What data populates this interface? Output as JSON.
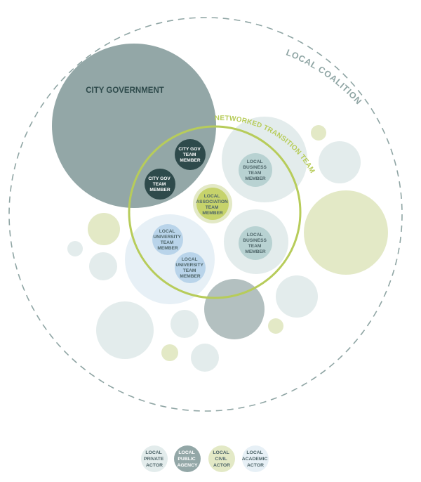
{
  "colors": {
    "private": "#e3ecec",
    "public": "#93a7a7",
    "civil": "#e3e9c6",
    "academic": "#e7f0f6",
    "team_ring": "#b7cc5a",
    "coalition_dash": "#8fa5a4",
    "dark_member": "#2e4a4b",
    "business_member": "#b8d2d2",
    "university_member": "#b9d4ea",
    "association_member": "#c6d36b",
    "member_text": "#4d6468"
  },
  "labels": {
    "local_coalition": "LOCAL COALITION",
    "networked_team": "NETWORKED TRANSITION TEAM",
    "city_government": "CITY GOVERNMENT"
  },
  "members": {
    "city_gov_1": [
      "CITY GOV",
      "TEAM",
      "MEMBER"
    ],
    "city_gov_2": [
      "CITY GOV",
      "TEAM",
      "MEMBER"
    ],
    "association": [
      "LOCAL",
      "ASSOCIATION",
      "TEAM",
      "MEMBER"
    ],
    "business_1": [
      "LOCAL",
      "BUSINESS",
      "TEAM",
      "MEMBER"
    ],
    "business_2": [
      "LOCAL",
      "BUSINESS",
      "TEAM",
      "MEMBER"
    ],
    "university_1": [
      "LOCAL",
      "UNIVERSITY",
      "TEAM",
      "MEMBER"
    ],
    "university_2": [
      "LOCAL",
      "UNIVERSITY",
      "TEAM",
      "MEMBER"
    ]
  },
  "legend": [
    {
      "key": "private",
      "lines": [
        "LOCAL",
        "PRIVATE",
        "ACTOR"
      ]
    },
    {
      "key": "public",
      "lines": [
        "LOCAL",
        "PUBLIC",
        "AGENCY"
      ]
    },
    {
      "key": "civil",
      "lines": [
        "LOCAL",
        "CIVIL",
        "ACTOR"
      ]
    },
    {
      "key": "academic",
      "lines": [
        "LOCAL",
        "ACADEMIC",
        "ACTOR"
      ]
    }
  ]
}
